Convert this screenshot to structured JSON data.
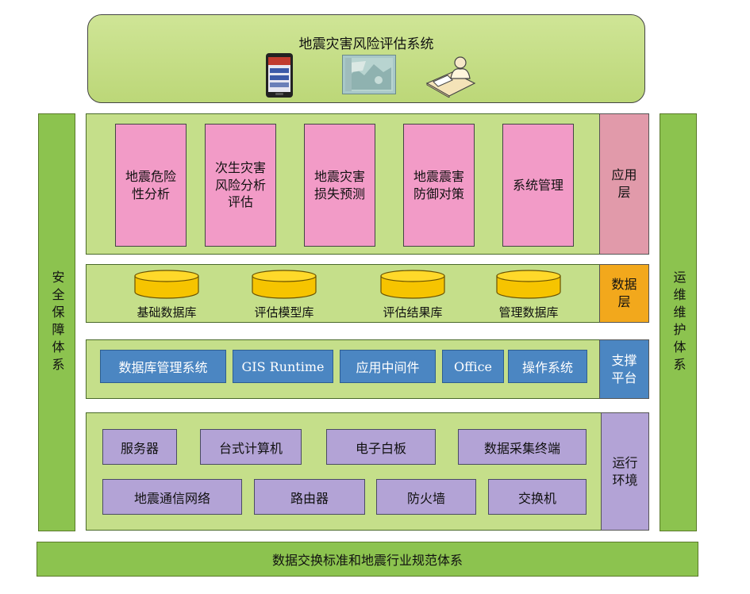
{
  "top_banner": {
    "title": "地震灾害风险评估系统",
    "icons": [
      "phone-icon",
      "map-screen-icon",
      "user-desk-icon"
    ]
  },
  "left_bar": "安全保障体系",
  "right_bar": "运维维护体系",
  "bottom_bar": "数据交换标准和地震行业规范体系",
  "application_layer": {
    "tag_line1": "应用",
    "tag_line2": "层",
    "tag_color": "#e19aaa",
    "items": [
      {
        "line1": "地震危险",
        "line2": "性分析",
        "line3": ""
      },
      {
        "line1": "次生灾害",
        "line2": "风险分析",
        "line3": "评估"
      },
      {
        "line1": "地震灾害",
        "line2": "损失预测",
        "line3": ""
      },
      {
        "line1": "地震震害",
        "line2": "防御对策",
        "line3": ""
      },
      {
        "line1": "系统管理",
        "line2": "",
        "line3": ""
      }
    ]
  },
  "data_layer": {
    "tag_line1": "数据",
    "tag_line2": "层",
    "tag_color": "#f2a81c",
    "items": [
      "基础数据库",
      "评估模型库",
      "评估结果库",
      "管理数据库"
    ]
  },
  "support_layer": {
    "tag_line1": "支撑",
    "tag_line2": "平台",
    "tag_color": "#4b86c2",
    "items": [
      "数据库管理系统",
      "GIS Runtime",
      "应用中间件",
      "Office",
      "操作系统"
    ]
  },
  "runtime_layer": {
    "tag_line1": "运行",
    "tag_line2": "环境",
    "tag_color": "#b3a3d6",
    "row1": [
      "服务器",
      "台式计算机",
      "电子白板",
      "数据采集终端"
    ],
    "row2": [
      "地震通信网络",
      "路由器",
      "防火墙",
      "交换机"
    ]
  }
}
